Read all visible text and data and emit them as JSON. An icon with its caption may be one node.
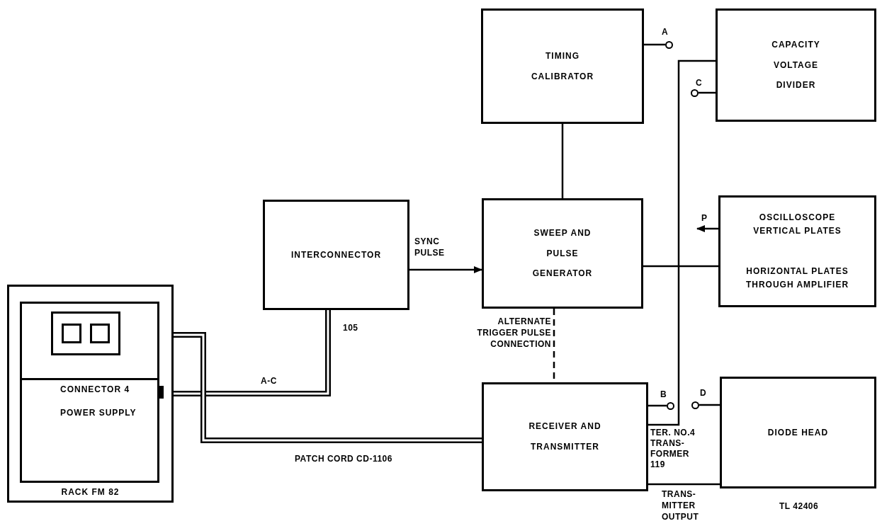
{
  "diagram": {
    "nodes": [
      {
        "text": [
          "TIMING CALIBRATOR"
        ]
      },
      {
        "text": [
          "CAPACITY VOLTAGE DIVIDER"
        ]
      },
      {
        "text": [
          "INTERCONNECTOR"
        ]
      },
      {
        "text": [
          "SWEEP AND PULSE GENERATOR"
        ]
      },
      {
        "text": [
          "OSCILLOSCOPE VERTICAL PLATES",
          "HORIZONTAL PLATES THROUGH AMPLIFIER"
        ]
      },
      {
        "text": [
          "RACK FM 82"
        ]
      },
      {
        "text": [
          "CONNECTOR 4",
          "POWER SUPPLY"
        ],
        "in": 5
      },
      {
        "text": [],
        "shape": "box",
        "in": 6
      },
      {
        "text": [
          "RECEIVER AND TRANSMITTER"
        ]
      },
      {
        "text": [
          "DIODE HEAD"
        ]
      },
      {
        "text": [],
        "shape": "circle",
        "beside": [
          "A"
        ]
      },
      {
        "text": [],
        "shape": "circle",
        "beside": [
          "C"
        ]
      },
      {
        "text": [],
        "shape": "circle",
        "beside": [
          "B"
        ]
      },
      {
        "text": [],
        "shape": "circle",
        "beside": [
          "D"
        ]
      }
    ],
    "edges": [
      {
        "from": 0,
        "to": 3,
        "arrow": "none"
      },
      {
        "from": 0,
        "to": 10,
        "arrow": "none"
      },
      {
        "from": 1,
        "to": 11,
        "arrow": "none"
      },
      {
        "from": 2,
        "to": 3,
        "arrow": "to",
        "label": "SYNC PULSE"
      },
      {
        "from": 3,
        "to": 4,
        "arrow": "none"
      },
      {
        "from": 4,
        "to": null,
        "arrow": "to",
        "label": "P"
      },
      {
        "from": 3,
        "to": 8,
        "arrow": "none",
        "style": "dashed",
        "label": "ALTERNATE TRIGGER PULSE CONNECTION"
      },
      {
        "from": 1,
        "to": 8,
        "arrow": "none"
      },
      {
        "from": 2,
        "to": 6,
        "arrow": "none",
        "style": "thick",
        "label": "A-C"
      },
      {
        "from": 7,
        "to": 8,
        "arrow": "none",
        "style": "thick",
        "label": "PATCH CORD CD-1106"
      },
      {
        "from": 8,
        "to": 12,
        "arrow": "none"
      },
      {
        "from": 9,
        "to": 13,
        "arrow": "none"
      },
      {
        "from": 8,
        "to": 9,
        "arrow": "none",
        "label": "TRANS- MITTER OUTPUT"
      }
    ],
    "labels": [
      "105",
      "TER. NO.4 TRANS- FORMER 119",
      "TL 42406"
    ]
  }
}
